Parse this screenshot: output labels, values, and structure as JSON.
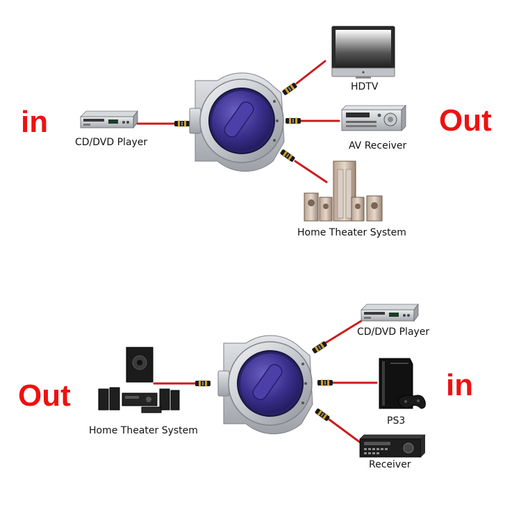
{
  "colors": {
    "direction_label": "#ee1111",
    "cable": "#cc1b1b",
    "connector_gold": "#d4a020",
    "knob": "#3b2f8c",
    "switch_body": "#c9ccd1"
  },
  "top_diagram": {
    "input_label": "in",
    "output_label": "Out",
    "devices": {
      "source": {
        "label": "CD/DVD Player",
        "icon": "dvd-player-icon"
      },
      "out1": {
        "label": "HDTV",
        "icon": "tv-icon"
      },
      "out2": {
        "label": "AV Receiver",
        "icon": "av-receiver-icon"
      },
      "out3": {
        "label": "Home Theater System",
        "icon": "home-theater-icon"
      }
    }
  },
  "bottom_diagram": {
    "output_label": "Out",
    "input_label": "in",
    "devices": {
      "sink": {
        "label": "Home Theater System",
        "icon": "home-theater-icon"
      },
      "in1": {
        "label": "CD/DVD Player",
        "icon": "dvd-player-icon"
      },
      "in2": {
        "label": "PS3",
        "icon": "game-console-icon"
      },
      "in3": {
        "label": "Receiver",
        "icon": "receiver-icon"
      }
    }
  }
}
